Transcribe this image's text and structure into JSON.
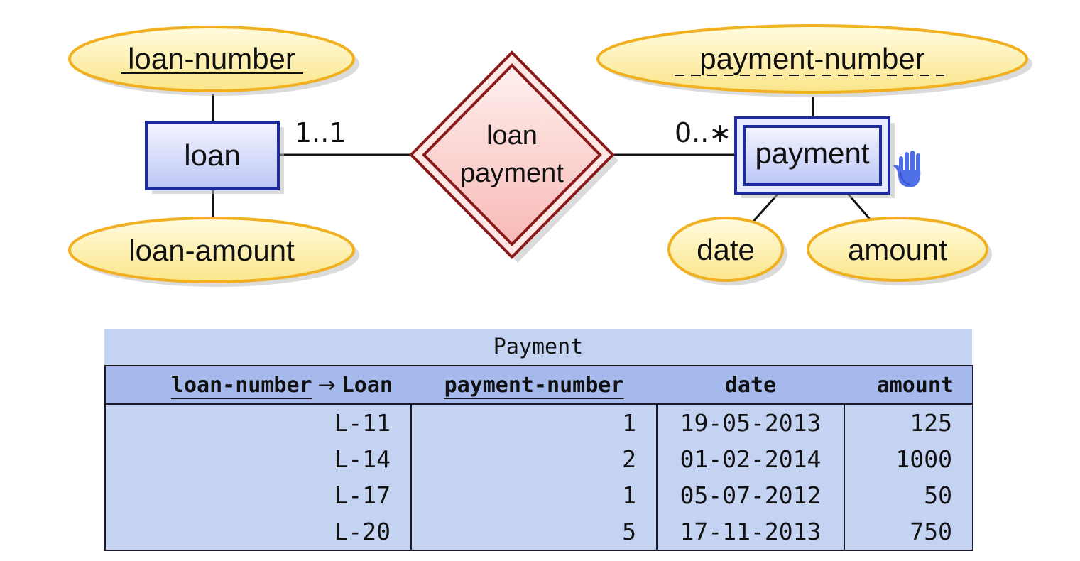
{
  "diagram": {
    "entities": {
      "loan": "loan",
      "payment": "payment"
    },
    "relationship": {
      "line1": "loan",
      "line2": "payment"
    },
    "attributes": {
      "loan_number": "loan-number",
      "loan_amount": "loan-amount",
      "payment_number": "payment-number",
      "date": "date",
      "amount": "amount"
    },
    "cardinality": {
      "loan_side": "1..1",
      "payment_side": "0..∗"
    },
    "colors": {
      "attribute_fill": "#fff2b0",
      "attribute_border": "#f0b020",
      "entity_fill": "#d6dcfa",
      "entity_border": "#1c2a9a",
      "relationship_fill": "#fcd0d0",
      "relationship_border": "#8a1a1a"
    },
    "cursor_icon": "hand-pointer-icon"
  },
  "table": {
    "caption": "Payment",
    "headers": {
      "loan_number": "loan-number",
      "arrow": "→",
      "loan_ref": "Loan",
      "payment_number": "payment-number",
      "date": "date",
      "amount": "amount"
    },
    "rows": [
      {
        "loan_number": "L-11",
        "payment_number": "1",
        "date": "19-05-2013",
        "amount": "125"
      },
      {
        "loan_number": "L-14",
        "payment_number": "2",
        "date": "01-02-2014",
        "amount": "1000"
      },
      {
        "loan_number": "L-17",
        "payment_number": "1",
        "date": "05-07-2012",
        "amount": "50"
      },
      {
        "loan_number": "L-20",
        "payment_number": "5",
        "date": "17-11-2013",
        "amount": "750"
      }
    ]
  }
}
